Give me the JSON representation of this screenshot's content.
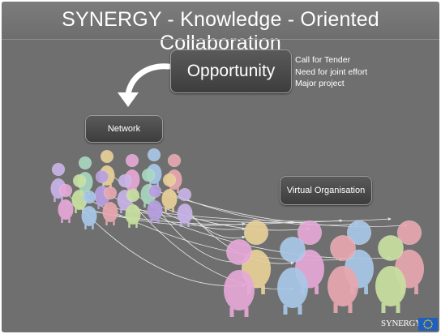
{
  "slide": {
    "title": "SYNERGY - Knowledge - Oriented Collaboration"
  },
  "opportunity": {
    "label": "Opportunity",
    "notes": [
      "Call for Tender",
      "Need for joint effort",
      "Major project"
    ]
  },
  "network": {
    "label": "Network"
  },
  "virtual_organisation": {
    "label": "Virtual Organisation"
  },
  "logo": {
    "text": "SYNERGY"
  },
  "colors": {
    "background": "#6f6f6f",
    "people": [
      "#c8b4e8",
      "#a8d8c0",
      "#e8d098",
      "#e6a8d8",
      "#a8c8e8",
      "#e8a8b0",
      "#c8e0a0",
      "#b8a0e0"
    ],
    "eu_flag": "#1f5fbf",
    "eu_stars": "#ffd700"
  }
}
